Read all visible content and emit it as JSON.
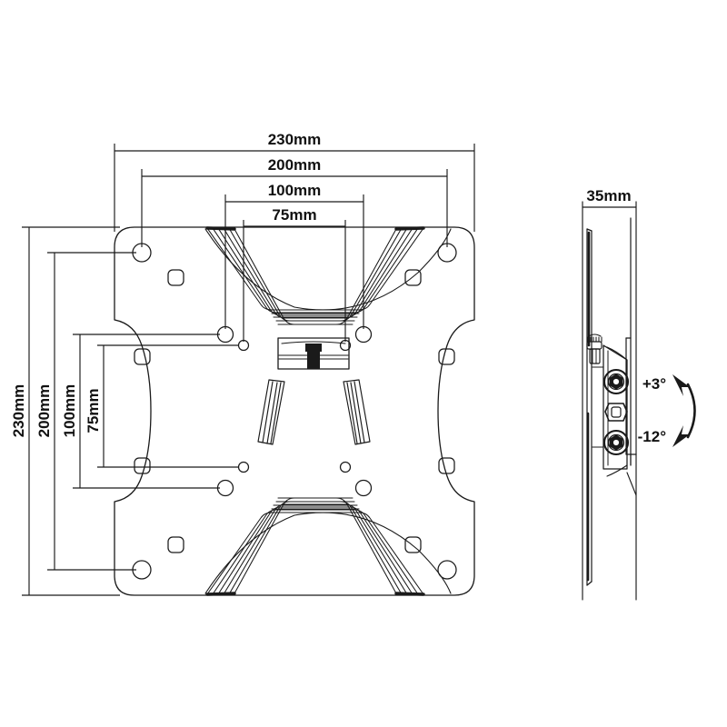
{
  "drawing": {
    "title": "TV Wall Mount Bracket Technical Drawing",
    "background_color": "#ffffff",
    "line_color": "#1a1a1a"
  },
  "front_view": {
    "name": "front-view",
    "dimensions_horizontal": [
      {
        "label": "230mm",
        "value": 230,
        "unit": "mm"
      },
      {
        "label": "200mm",
        "value": 200,
        "unit": "mm"
      },
      {
        "label": "100mm",
        "value": 100,
        "unit": "mm"
      },
      {
        "label": "75mm",
        "value": 75,
        "unit": "mm"
      }
    ],
    "dimensions_vertical": [
      {
        "label": "230mm",
        "value": 230,
        "unit": "mm"
      },
      {
        "label": "200mm",
        "value": 200,
        "unit": "mm"
      },
      {
        "label": "100mm",
        "value": 100,
        "unit": "mm"
      },
      {
        "label": "75mm",
        "value": 75,
        "unit": "mm"
      }
    ]
  },
  "side_view": {
    "name": "side-view",
    "depth": {
      "label": "35mm",
      "value": 35,
      "unit": "mm"
    },
    "tilt_up": {
      "label": "+3°",
      "value": 3,
      "unit": "deg"
    },
    "tilt_down": {
      "label": "-12°",
      "value": -12,
      "unit": "deg"
    }
  }
}
